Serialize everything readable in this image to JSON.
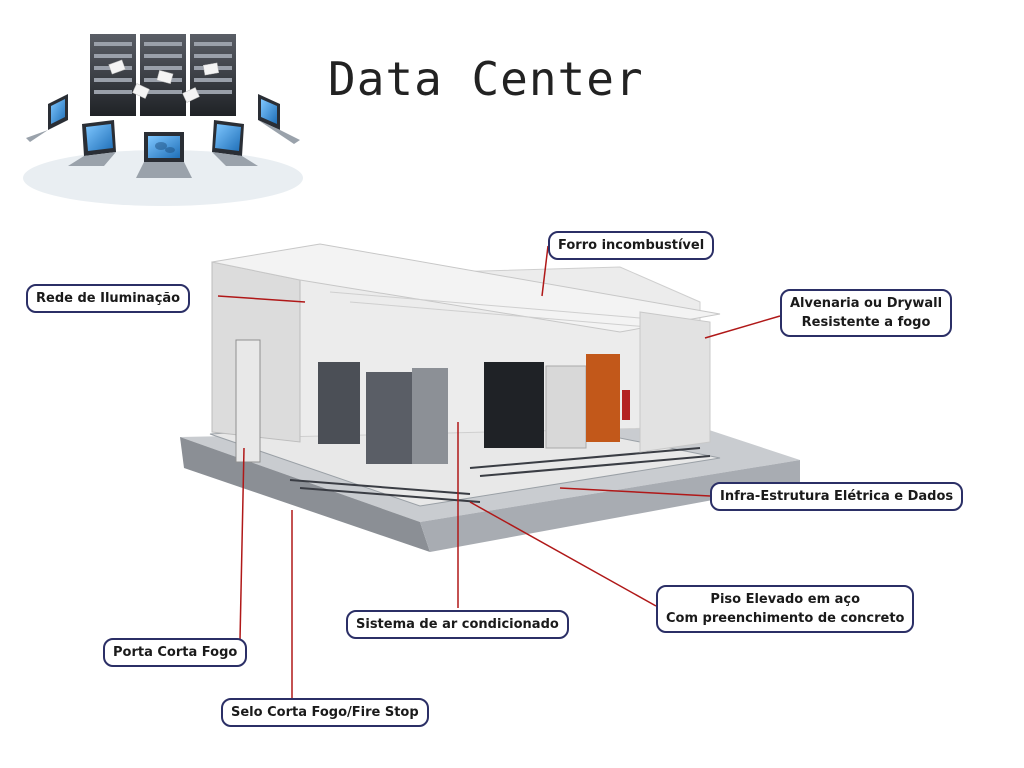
{
  "header": {
    "title": "Data Center"
  },
  "labels": {
    "forro": "Forro incombustível",
    "rede": "Rede de Iluminação",
    "alvenaria_1": "Alvenaria ou Drywall",
    "alvenaria_2": "Resistente a fogo",
    "infra": "Infra-Estrutura Elétrica e Dados",
    "piso_1": "Piso Elevado em aço",
    "piso_2": "Com preenchimento de concreto",
    "ar": "Sistema de ar condicionado",
    "porta": "Porta Corta Fogo",
    "selo": "Selo Corta Fogo/Fire Stop"
  },
  "colors": {
    "leader_line": "#b01818",
    "label_border": "#2b2f66"
  },
  "icons": [
    "server-rack-icon",
    "laptop-icon",
    "world-map-icon",
    "document-icon"
  ]
}
